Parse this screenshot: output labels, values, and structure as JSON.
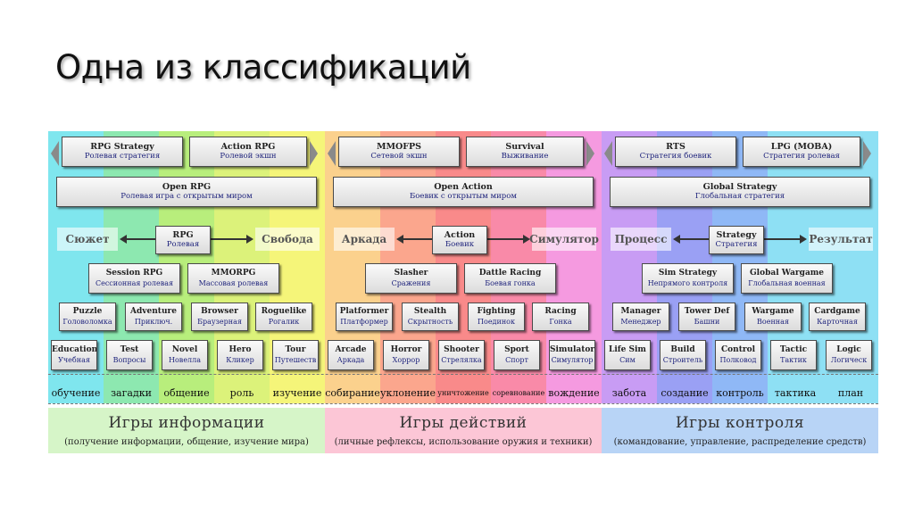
{
  "title": "Одна из классификаций",
  "colors": {
    "stripes": [
      "#7fe6ee",
      "#8de8b0",
      "#b8ee7c",
      "#dcf27a",
      "#f5f579",
      "#fbd18d",
      "#fba68d",
      "#f98a8a",
      "#f98aa8",
      "#f59ae0",
      "#c89cf4",
      "#9aa0f4",
      "#8fb8f6",
      "#8ee0f4"
    ],
    "footer_info": "#d6f5c8",
    "footer_action": "#fcc6d6",
    "footer_control": "#b8d4f6"
  },
  "nav": {
    "left_arrow_icon": "triangle-left-icon",
    "right_arrow_icon": "triangle-right-icon"
  },
  "info": {
    "top": [
      {
        "t": "RPG Strategy",
        "s": "Ролевая стратегия"
      },
      {
        "t": "Action RPG",
        "s": "Ролевой экшн"
      }
    ],
    "wide": {
      "t": "Open RPG",
      "s": "Ролевая игра с открытым миром"
    },
    "left_label": "Сюжет",
    "center": {
      "t": "RPG",
      "s": "Ролевая"
    },
    "right_label": "Свобода",
    "row2": [
      {
        "t": "Session RPG",
        "s": "Сессионная ролевая"
      },
      {
        "t": "MMORPG",
        "s": "Массовая ролевая"
      }
    ],
    "row3": [
      {
        "t": "Puzzle",
        "s": "Головоломка"
      },
      {
        "t": "Adventure",
        "s": "Приключ."
      },
      {
        "t": "Browser",
        "s": "Браузерная"
      },
      {
        "t": "Roguelike",
        "s": "Рогалик"
      }
    ],
    "row4": [
      {
        "t": "Education",
        "s": "Учебная"
      },
      {
        "t": "Test",
        "s": "Вопросы"
      },
      {
        "t": "Novel",
        "s": "Новелла"
      },
      {
        "t": "Hero",
        "s": "Кликер"
      },
      {
        "t": "Tour",
        "s": "Путешеств"
      }
    ],
    "verbs": [
      "обучение",
      "загадки",
      "общение",
      "роль",
      "изучение"
    ],
    "footer_title": "Игры информации",
    "footer_sub": "(получение информации, общение, изучение мира)"
  },
  "action": {
    "top": [
      {
        "t": "MMOFPS",
        "s": "Сетевой экшн"
      },
      {
        "t": "Survival",
        "s": "Выживание"
      }
    ],
    "wide": {
      "t": "Open Action",
      "s": "Боевик с открытым миром"
    },
    "left_label": "Аркада",
    "center": {
      "t": "Action",
      "s": "Боевик"
    },
    "right_label": "Симулятор",
    "row2": [
      {
        "t": "Slasher",
        "s": "Сражения"
      },
      {
        "t": "Dattle Racing",
        "s": "Боевая гонка"
      }
    ],
    "row3": [
      {
        "t": "Platformer",
        "s": "Платформер"
      },
      {
        "t": "Stealth",
        "s": "Скрытность"
      },
      {
        "t": "Fighting",
        "s": "Поединок"
      },
      {
        "t": "Racing",
        "s": "Гонка"
      }
    ],
    "row4": [
      {
        "t": "Arcade",
        "s": "Аркада"
      },
      {
        "t": "Horror",
        "s": "Хоррор"
      },
      {
        "t": "Shooter",
        "s": "Стрелялка"
      },
      {
        "t": "Sport",
        "s": "Спорт"
      },
      {
        "t": "Simulator",
        "s": "Симулятор"
      }
    ],
    "verbs": [
      "собирание",
      "уклонение",
      "уничтожение",
      "соревнование",
      "вождение"
    ],
    "footer_title": "Игры действий",
    "footer_sub": "(личные рефлексы, использование оружия и техники)"
  },
  "control": {
    "top": [
      {
        "t": "RTS",
        "s": "Стратегия боевик"
      },
      {
        "t": "LPG (MOBA)",
        "s": "Стратегия ролевая"
      }
    ],
    "wide": {
      "t": "Global Strategy",
      "s": "Глобальная стратегия"
    },
    "left_label": "Процесс",
    "center": {
      "t": "Strategy",
      "s": "Стратегия"
    },
    "right_label": "Результат",
    "row2": [
      {
        "t": "Sim Strategy",
        "s": "Непрямого контроля"
      },
      {
        "t": "Global Wargame",
        "s": "Глобальная военная"
      }
    ],
    "row3": [
      {
        "t": "Manager",
        "s": "Менеджер"
      },
      {
        "t": "Tower Def",
        "s": "Башни"
      },
      {
        "t": "Wargame",
        "s": "Военная"
      },
      {
        "t": "Cardgame",
        "s": "Карточная"
      }
    ],
    "row4": [
      {
        "t": "Life Sim",
        "s": "Сим"
      },
      {
        "t": "Build",
        "s": "Строитель"
      },
      {
        "t": "Control",
        "s": "Полковод"
      },
      {
        "t": "Tactic",
        "s": "Тактик"
      },
      {
        "t": "Logic",
        "s": "Логическ"
      }
    ],
    "verbs": [
      "забота",
      "создание",
      "контроль",
      "тактика",
      "план"
    ],
    "footer_title": "Игры контроля",
    "footer_sub": "(командование, управление, распределение средств)"
  }
}
